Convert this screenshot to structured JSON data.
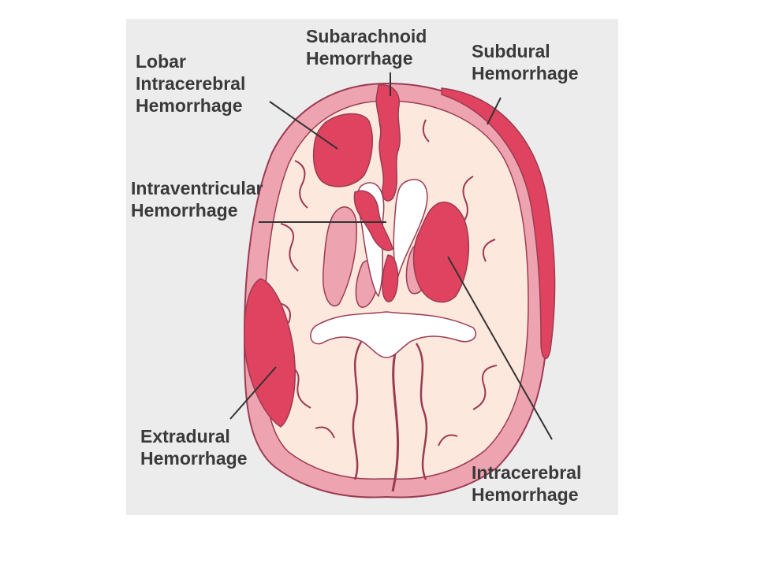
{
  "colors": {
    "background": "#ececec",
    "cortex": "#eea3b0",
    "cortex_outline": "#9b3b52",
    "white_matter": "#fde8dd",
    "hemorrhage": "#e0435f",
    "ventricle": "#ffffff",
    "leader_line": "#333333",
    "text": "#3a3a3a"
  },
  "labels": {
    "lobar": [
      "Lobar",
      "Intracerebral",
      "Hemorrhage"
    ],
    "subarachnoid": [
      "Subarachnoid",
      "Hemorrhage"
    ],
    "subdural": [
      "Subdural",
      "Hemorrhage"
    ],
    "intraventricular": [
      "Intraventricular",
      "Hemorrhage"
    ],
    "extradural": [
      "Extradural",
      "Hemorrhage"
    ],
    "intracerebral": [
      "Intracerebral",
      "Hemorrhage"
    ]
  }
}
